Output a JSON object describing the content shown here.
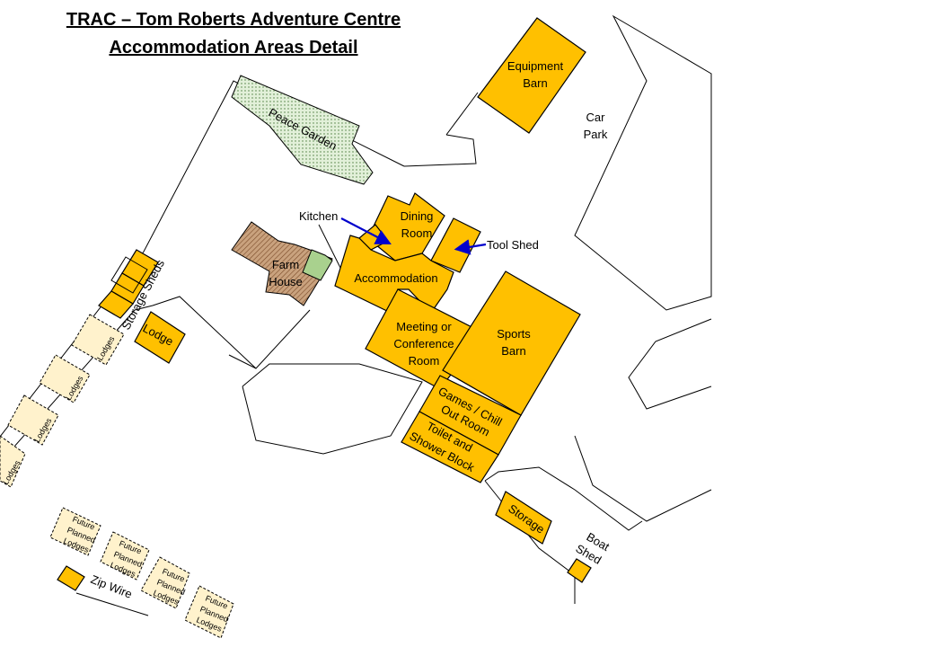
{
  "header": {
    "title": "TRAC – Tom Roberts Adventure Centre",
    "subtitle": "Accommodation Areas Detail"
  },
  "areas": {
    "equipment_barn": [
      "Equipment",
      "Barn"
    ],
    "car_park": [
      "Car",
      "Park"
    ],
    "peace_garden": "Peace Garden",
    "kitchen": "Kitchen",
    "dining_room": [
      "Dining",
      "Room"
    ],
    "tool_shed": "Tool Shed",
    "farm_house": [
      "Farm",
      "House"
    ],
    "accommodation": "Accommodation",
    "meeting_room": [
      "Meeting or",
      "Conference",
      "Room"
    ],
    "sports_barn": [
      "Sports",
      "Barn"
    ],
    "games_room": [
      "Games / Chill",
      "Out Room"
    ],
    "toilet_block": [
      "Toilet and",
      "Shower  Block"
    ],
    "storage_sheds": "Storage Sheds",
    "lodge": "Lodge",
    "storage": "Storage",
    "boat_shed": [
      "Boat",
      "Shed"
    ],
    "zip_wire": "Zip Wire",
    "lodges_label": "Lodges",
    "future_lodges": [
      "Future",
      "Planned",
      "Lodges"
    ]
  },
  "colors": {
    "building": "#FFC000",
    "lodge_dashed": "#FFF2CC",
    "garden": "#E2F0D9",
    "farmhouse": "#C9A27E",
    "kitchen_green": "#A9D18E",
    "arrow": "#0000CC"
  }
}
